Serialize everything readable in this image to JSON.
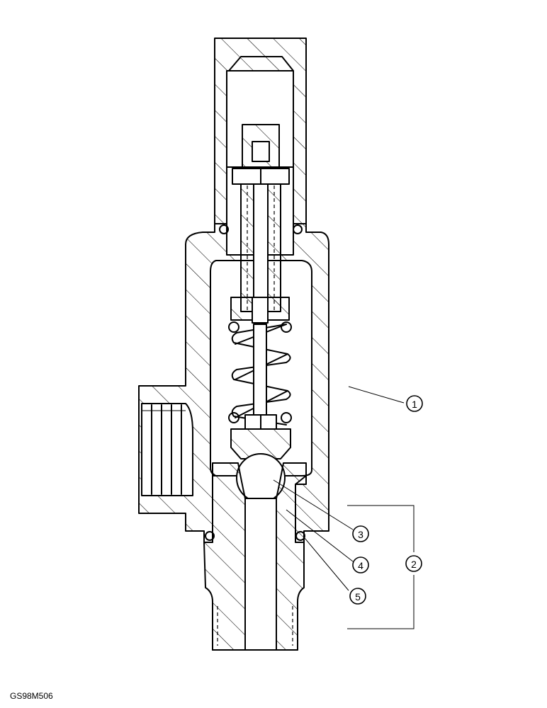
{
  "figure": {
    "code": "GS98M506",
    "callouts": [
      {
        "id": "1",
        "label": "1"
      },
      {
        "id": "2",
        "label": "2"
      },
      {
        "id": "3",
        "label": "3"
      },
      {
        "id": "4",
        "label": "4"
      },
      {
        "id": "5",
        "label": "5"
      }
    ]
  }
}
